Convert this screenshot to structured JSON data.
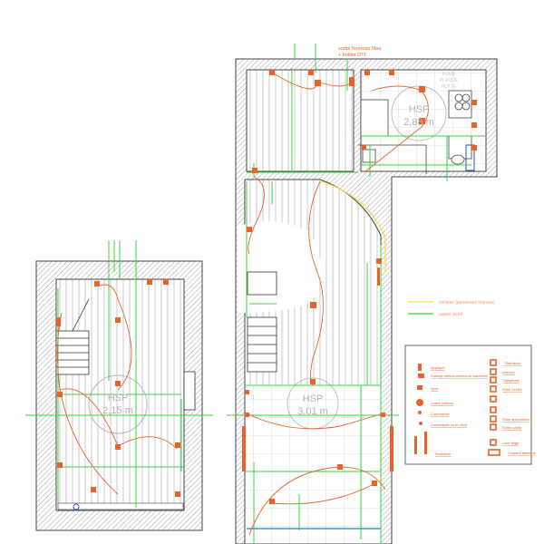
{
  "title": "Plan électrique",
  "annotations": {
    "fiber_line1": "sortie fourreau fibre",
    "fiber_line2": "+ boitier DTI",
    "four_label1": "FOUR",
    "four_label2": "PLAQUE",
    "four_label3": "HOTTE"
  },
  "rooms": [
    {
      "label": "HSP",
      "height": "2,15 m"
    },
    {
      "label": "HSP",
      "height": "3,01 m"
    },
    {
      "label": "HSP",
      "height": "2,88 m"
    }
  ],
  "line_legend": [
    {
      "label": "cimaise (panneaux muraux)",
      "color": "#f2e15a"
    },
    {
      "label": "papier peint",
      "color": "#3fd13f"
    }
  ],
  "symbol_legend": {
    "left": [
      {
        "icon": "applique-icon",
        "label": "Applique"
      },
      {
        "icon": "exterior-light-icon",
        "label": "Eclairage extérieur détecteur de mouvement"
      },
      {
        "icon": "spot-icon",
        "label": "Spot"
      },
      {
        "icon": "ceiling-light-icon",
        "label": "Lustre plafond"
      },
      {
        "icon": "switch-icon",
        "label": "Commande"
      },
      {
        "icon": "two-way-switch-icon",
        "label": "Commande va et vient"
      },
      {
        "icon": "radiator-icon",
        "label": "Radiateur"
      }
    ],
    "right": [
      {
        "icon": "tv-socket-icon",
        "label": "Télévision"
      },
      {
        "icon": "internet-socket-icon",
        "label": "Internet"
      },
      {
        "icon": "phone-socket-icon",
        "label": "Téléphone"
      },
      {
        "icon": "socket-icon",
        "label": "Prise 2x16A"
      },
      {
        "icon": "socket-plain-icon",
        "label": ""
      },
      {
        "icon": "socket-32a-icon",
        "label": ""
      },
      {
        "icon": "special-socket-icon",
        "label": "Prise spécialisée"
      },
      {
        "icon": "cable-outlet-icon",
        "label": "Sortie câble"
      },
      {
        "icon": "washing-machine-icon",
        "label": "Lave linge"
      },
      {
        "icon": "meter-icon",
        "label": "Compteur électrique"
      }
    ]
  },
  "colors": {
    "wall": "#555555",
    "hatch": "#9a9a9a",
    "electric": "#e8632a",
    "wallpaper": "#3fd13f",
    "cimaise": "#f2e15a",
    "water": "#2a9fd6"
  }
}
